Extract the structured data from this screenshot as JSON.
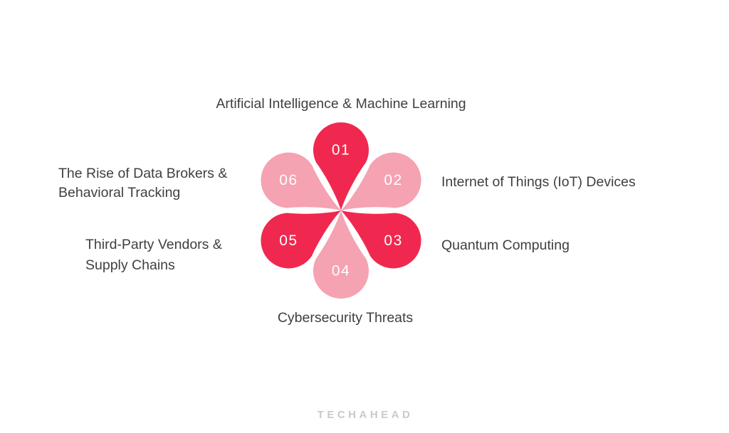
{
  "diagram": {
    "petals": [
      {
        "number": "01",
        "color": "#F0284F",
        "lines": [
          "Artificial Intelligence & Machine Learning"
        ]
      },
      {
        "number": "02",
        "color": "#F5A2B2",
        "lines": [
          "Internet of Things (IoT) Devices"
        ]
      },
      {
        "number": "03",
        "color": "#F0284F",
        "lines": [
          "Quantum Computing"
        ]
      },
      {
        "number": "04",
        "color": "#F5A2B2",
        "lines": [
          "Cybersecurity Threats"
        ]
      },
      {
        "number": "05",
        "color": "#F0284F",
        "lines": [
          "Third-Party Vendors &",
          "Supply Chains"
        ]
      },
      {
        "number": "06",
        "color": "#F5A2B2",
        "lines": [
          "The Rise of Data Brokers &",
          "Behavioral Tracking"
        ]
      }
    ],
    "number_text_color": "#FFFFFF"
  },
  "footer": {
    "logo_text": "TECHAHEAD",
    "logo_color": "#C9C9C9"
  },
  "colors": {
    "background": "#FFFFFF",
    "label_text": "#3F3F3F",
    "dark_pink": "#F0284F",
    "light_pink": "#F5A2B2"
  }
}
